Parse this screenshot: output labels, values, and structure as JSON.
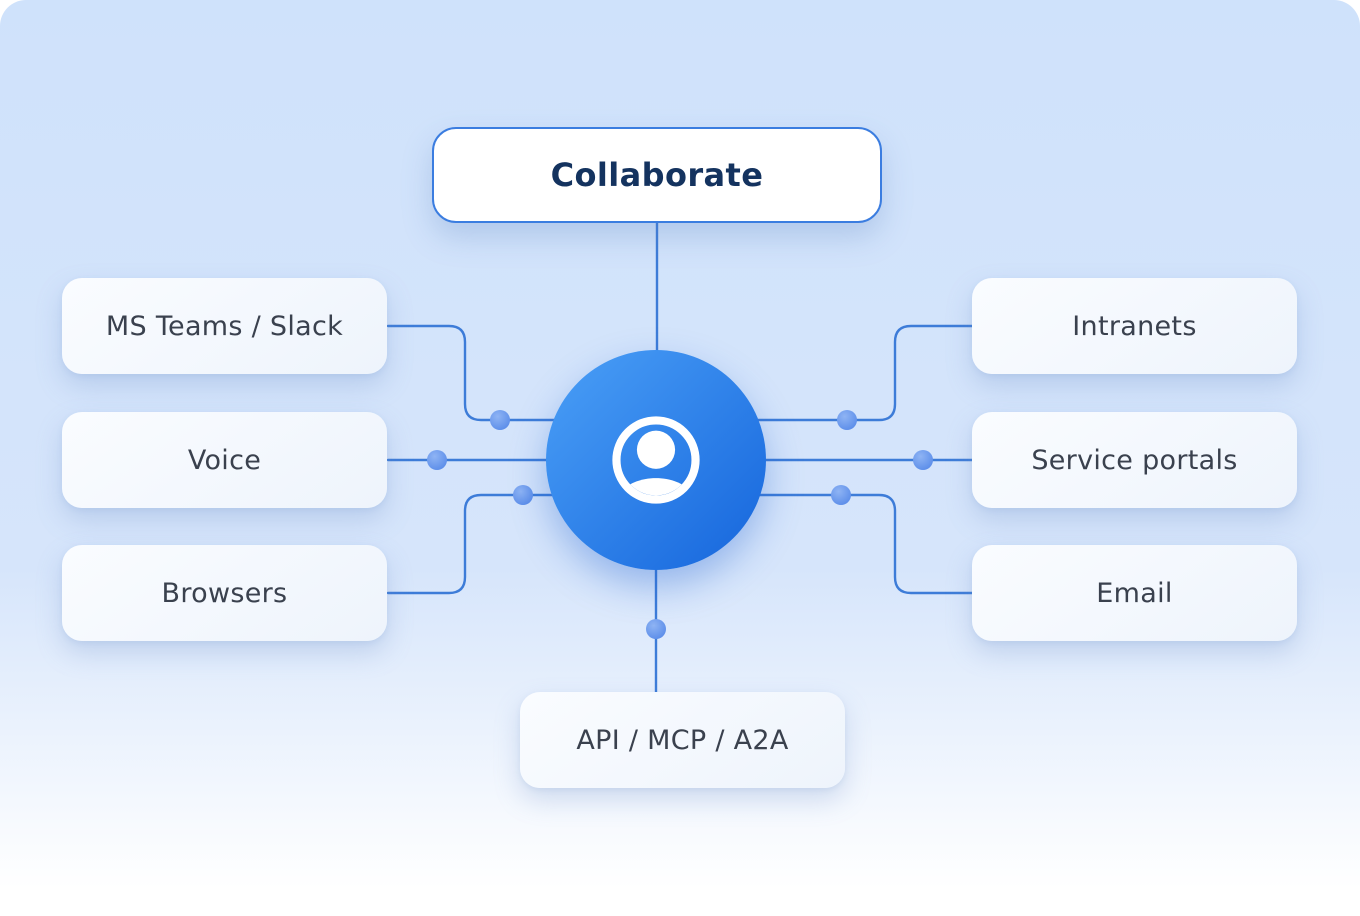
{
  "diagram": {
    "title_node": {
      "label": "Collaborate"
    },
    "center_hub": {
      "icon": "user-icon"
    },
    "left_nodes": [
      {
        "label": "MS Teams / Slack"
      },
      {
        "label": "Voice"
      },
      {
        "label": "Browsers"
      }
    ],
    "right_nodes": [
      {
        "label": "Intranets"
      },
      {
        "label": "Service portals"
      },
      {
        "label": "Email"
      }
    ],
    "bottom_node": {
      "label": "API / MCP / A2A"
    }
  },
  "colors": {
    "background_top": "#cfe2fb",
    "background_bottom": "#ffffff",
    "connector": "#3d7cd8",
    "dot": "#6d9df0",
    "title_text": "#14335f",
    "title_border": "#3b7de0",
    "node_text": "#3a414e",
    "center_gradient_start": "#4ba0f7",
    "center_gradient_end": "#1565dc"
  }
}
